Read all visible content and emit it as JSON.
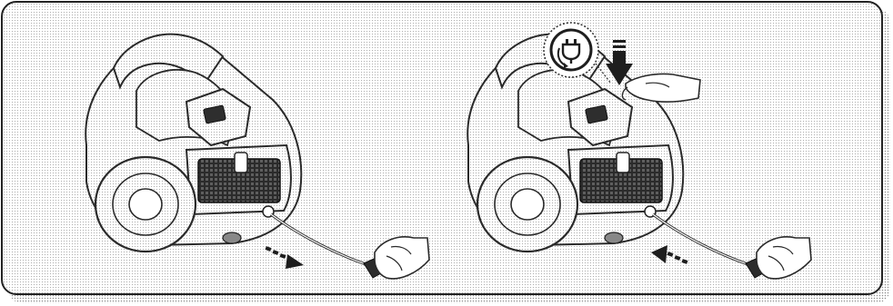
{
  "panels": [
    {
      "id": "pull-out-cord",
      "arrow_direction": "outward",
      "cord_action": "pull"
    },
    {
      "id": "press-rewind",
      "arrow_direction": "inward",
      "cord_action": "retract",
      "callout_icon": "power-plug-icon",
      "press_indicator": "down-arrow"
    }
  ],
  "colors": {
    "frame_fill": "#ffffff",
    "frame_stroke": "#222222",
    "shadow": "#9a9a9a",
    "line": "#2a2a2a",
    "halftone": "#8c8c8c",
    "arrow_dark": "#1e1e1e"
  }
}
